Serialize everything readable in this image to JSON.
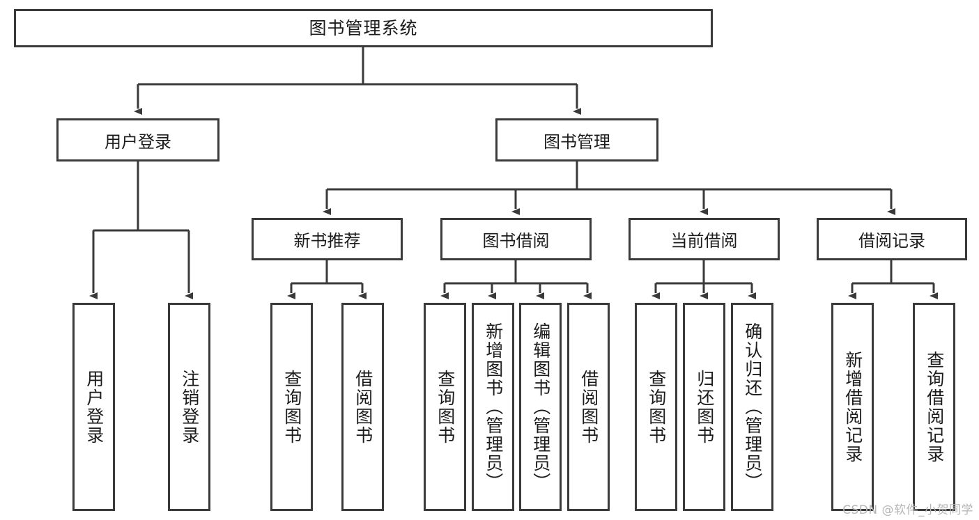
{
  "diagram": {
    "title": "图书管理系统",
    "type": "hierarchy-tree",
    "root": {
      "label": "图书管理系统"
    },
    "level1": [
      {
        "label": "用户登录"
      },
      {
        "label": "图书管理"
      }
    ],
    "level2": [
      {
        "label": "新书推荐"
      },
      {
        "label": "图书借阅"
      },
      {
        "label": "当前借阅"
      },
      {
        "label": "借阅记录"
      }
    ],
    "leaves": {
      "user_login": [
        {
          "label": "用户登录"
        },
        {
          "label": "注销登录"
        }
      ],
      "new_book_recommend": [
        {
          "label": "查询图书"
        },
        {
          "label": "借阅图书"
        }
      ],
      "book_borrow": [
        {
          "label": "查询图书"
        },
        {
          "label": "新增图书（管理员）"
        },
        {
          "label": "编辑图书（管理员）"
        },
        {
          "label": "借阅图书"
        }
      ],
      "current_borrow": [
        {
          "label": "查询图书"
        },
        {
          "label": "归还图书"
        },
        {
          "label": "确认归还（管理员）"
        }
      ],
      "borrow_record": [
        {
          "label": "新增借阅记录"
        },
        {
          "label": "查询借阅记录"
        }
      ]
    }
  },
  "watermark": {
    "text": "CSDN @软件_小贺同学"
  },
  "colors": {
    "border": "#3a3a3a",
    "background": "#ffffff",
    "text": "#1c1c1c",
    "watermark": "#b6b6b6"
  }
}
